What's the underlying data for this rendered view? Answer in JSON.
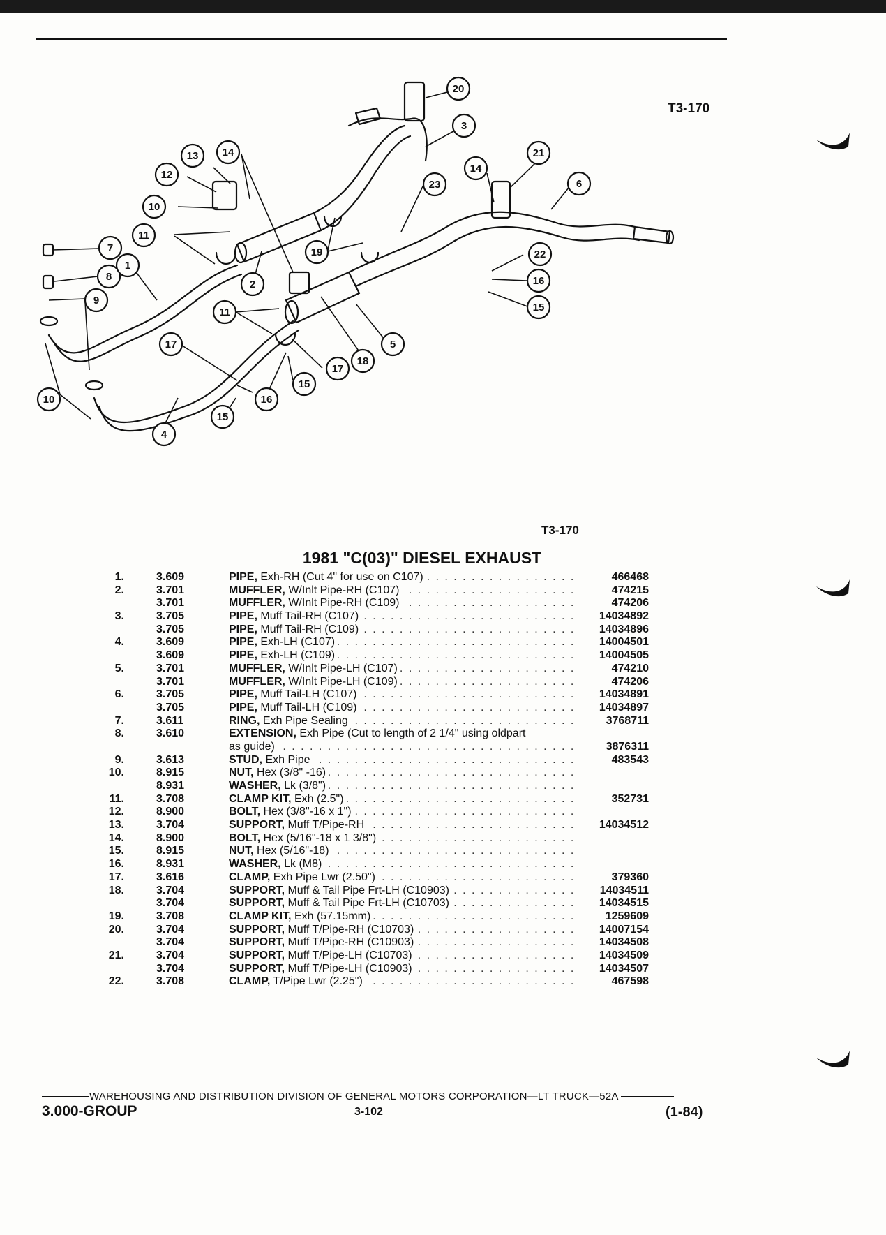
{
  "figure_ref_top": "T3-170",
  "figure_ref_bottom": "T3-170",
  "callouts": [
    "1",
    "2",
    "3",
    "4",
    "5",
    "6",
    "7",
    "8",
    "9",
    "10",
    "11",
    "12",
    "13",
    "14",
    "15",
    "16",
    "17",
    "18",
    "19",
    "20",
    "21",
    "22",
    "23"
  ],
  "title": "1981 \"C(03)\" DIESEL EXHAUST",
  "parts": [
    {
      "item": "1.",
      "group": "3.609",
      "name": "PIPE,",
      "desc": "Exh-RH (Cut 4\" for use on C107)",
      "part": "466468"
    },
    {
      "item": "2.",
      "group": "3.701",
      "name": "MUFFLER,",
      "desc": "W/Inlt Pipe-RH (C107)",
      "part": "474215"
    },
    {
      "item": "",
      "group": "3.701",
      "name": "MUFFLER,",
      "desc": "W/Inlt Pipe-RH (C109)",
      "part": "474206"
    },
    {
      "item": "3.",
      "group": "3.705",
      "name": "PIPE,",
      "desc": "Muff Tail-RH (C107)",
      "part": "14034892"
    },
    {
      "item": "",
      "group": "3.705",
      "name": "PIPE,",
      "desc": "Muff Tail-RH (C109)",
      "part": "14034896"
    },
    {
      "item": "4.",
      "group": "3.609",
      "name": "PIPE,",
      "desc": "Exh-LH (C107)",
      "part": "14004501"
    },
    {
      "item": "",
      "group": "3.609",
      "name": "PIPE,",
      "desc": "Exh-LH (C109)",
      "part": "14004505"
    },
    {
      "item": "5.",
      "group": "3.701",
      "name": "MUFFLER,",
      "desc": "W/Inlt Pipe-LH (C107)",
      "part": "474210"
    },
    {
      "item": "",
      "group": "3.701",
      "name": "MUFFLER,",
      "desc": "W/Inlt Pipe-LH (C109)",
      "part": "474206"
    },
    {
      "item": "6.",
      "group": "3.705",
      "name": "PIPE,",
      "desc": "Muff Tail-LH (C107)",
      "part": "14034891"
    },
    {
      "item": "",
      "group": "3.705",
      "name": "PIPE,",
      "desc": "Muff Tail-LH (C109)",
      "part": "14034897"
    },
    {
      "item": "7.",
      "group": "3.611",
      "name": "RING,",
      "desc": "Exh Pipe Sealing",
      "part": "3768711"
    },
    {
      "item": "8.",
      "group": "3.610",
      "name": "EXTENSION,",
      "desc": "Exh Pipe (Cut to length of 2 1/4\" using oldpart",
      "part": ""
    },
    {
      "item": "",
      "group": "",
      "name": "",
      "desc": "as guide)",
      "part": "3876311"
    },
    {
      "item": "9.",
      "group": "3.613",
      "name": "STUD,",
      "desc": "Exh Pipe",
      "part": "483543"
    },
    {
      "item": "10.",
      "group": "8.915",
      "name": "NUT,",
      "desc": "Hex (3/8\" -16)",
      "part": ""
    },
    {
      "item": "",
      "group": "8.931",
      "name": "WASHER,",
      "desc": "Lk (3/8\")",
      "part": ""
    },
    {
      "item": "11.",
      "group": "3.708",
      "name": "CLAMP KIT,",
      "desc": "Exh (2.5\")",
      "part": "352731"
    },
    {
      "item": "12.",
      "group": "8.900",
      "name": "BOLT,",
      "desc": "Hex (3/8\"-16 x 1\")",
      "part": ""
    },
    {
      "item": "13.",
      "group": "3.704",
      "name": "SUPPORT,",
      "desc": "Muff T/Pipe-RH",
      "part": "14034512"
    },
    {
      "item": "14.",
      "group": "8.900",
      "name": "BOLT,",
      "desc": "Hex (5/16\"-18 x 1 3/8\")",
      "part": ""
    },
    {
      "item": "15.",
      "group": "8.915",
      "name": "NUT,",
      "desc": "Hex (5/16\"-18)",
      "part": ""
    },
    {
      "item": "16.",
      "group": "8.931",
      "name": "WASHER,",
      "desc": "Lk (M8)",
      "part": ""
    },
    {
      "item": "17.",
      "group": "3.616",
      "name": "CLAMP,",
      "desc": "Exh Pipe Lwr (2.50\")",
      "part": "379360"
    },
    {
      "item": "18.",
      "group": "3.704",
      "name": "SUPPORT,",
      "desc": "Muff & Tail Pipe Frt-LH (C10903)",
      "part": "14034511"
    },
    {
      "item": "",
      "group": "3.704",
      "name": "SUPPORT,",
      "desc": "Muff & Tail Pipe Frt-LH (C10703)",
      "part": "14034515"
    },
    {
      "item": "19.",
      "group": "3.708",
      "name": "CLAMP KIT,",
      "desc": "Exh (57.15mm)",
      "part": "1259609"
    },
    {
      "item": "20.",
      "group": "3.704",
      "name": "SUPPORT,",
      "desc": "Muff T/Pipe-RH (C10703)",
      "part": "14007154"
    },
    {
      "item": "",
      "group": "3.704",
      "name": "SUPPORT,",
      "desc": "Muff T/Pipe-RH (C10903)",
      "part": "14034508"
    },
    {
      "item": "21.",
      "group": "3.704",
      "name": "SUPPORT,",
      "desc": "Muff T/Pipe-LH (C10703)",
      "part": "14034509"
    },
    {
      "item": "",
      "group": "3.704",
      "name": "SUPPORT,",
      "desc": "Muff T/Pipe-LH (C10903)",
      "part": "14034507"
    },
    {
      "item": "22.",
      "group": "3.708",
      "name": "CLAMP,",
      "desc": "T/Pipe Lwr (2.25\")",
      "part": "467598"
    }
  ],
  "footer": {
    "line": "WAREHOUSING AND DISTRIBUTION DIVISION OF GENERAL MOTORS CORPORATION—LT TRUCK—52A",
    "group": "3.000-GROUP",
    "page": "3-102",
    "date": "(1-84)"
  }
}
